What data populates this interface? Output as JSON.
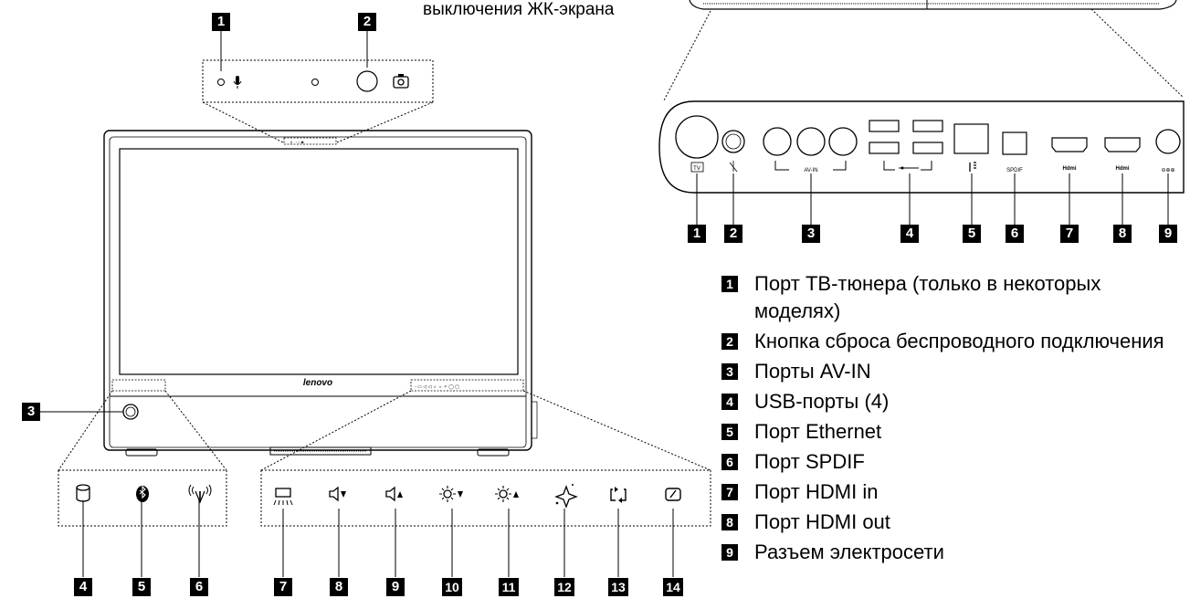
{
  "top_caption": "выключения ЖК-экрана",
  "brand_logo": "lenovo",
  "front_callouts": [
    "1",
    "2",
    "3",
    "4",
    "5",
    "6",
    "7",
    "8",
    "9",
    "10",
    "11",
    "12",
    "13",
    "14"
  ],
  "rear_callouts": [
    "1",
    "2",
    "3",
    "4",
    "5",
    "6",
    "7",
    "8",
    "9"
  ],
  "port_labels": {
    "tv": "TV",
    "av_in": "AV-IN",
    "spdif": "SPDIF",
    "hdmi_in": "Hdmi",
    "hdmi_out": "Hdmi"
  },
  "legend": [
    {
      "num": "1",
      "text": "Порт ТВ-тюнера (только в некоторых моделях)"
    },
    {
      "num": "2",
      "text": "Кнопка сброса беспроводного подключения"
    },
    {
      "num": "3",
      "text": "Порты AV-IN"
    },
    {
      "num": "4",
      "text": "USB-порты (4)"
    },
    {
      "num": "5",
      "text": "Порт Ethernet"
    },
    {
      "num": "6",
      "text": "Порт SPDIF"
    },
    {
      "num": "7",
      "text": "Порт HDMI in"
    },
    {
      "num": "8",
      "text": "Порт HDMI out"
    },
    {
      "num": "9",
      "text": "Разъем электросети"
    }
  ],
  "icons": {
    "top_panel": [
      "led-icon",
      "microphone-icon",
      "led-icon",
      "camera-lens-icon",
      "camera-icon"
    ],
    "left_panel": [
      "hdd-icon",
      "bluetooth-icon",
      "wireless-icon"
    ],
    "right_panel": [
      "display-off-icon",
      "volume-down-icon",
      "volume-up-icon",
      "brightness-down-icon",
      "brightness-up-icon",
      "effects-icon",
      "rotate-icon",
      "mode-icon"
    ]
  }
}
